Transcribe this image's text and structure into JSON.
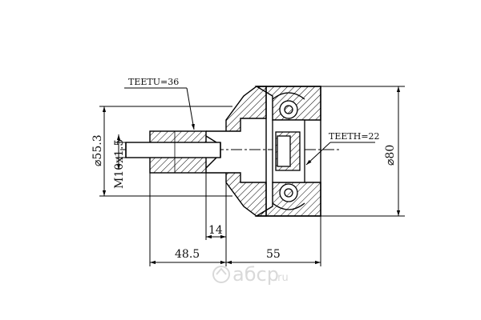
{
  "labels": {
    "outer_teeth": "TEETU=36",
    "inner_teeth": "TEETH=22",
    "thread": "M10x1.5",
    "stem_diameter": "⌀55.3",
    "bell_diameter": "⌀80",
    "stem_length": "48.5",
    "bell_length": "55",
    "thread_length": "14"
  },
  "watermark": {
    "text": "aбcp",
    "domain": ".ru"
  }
}
